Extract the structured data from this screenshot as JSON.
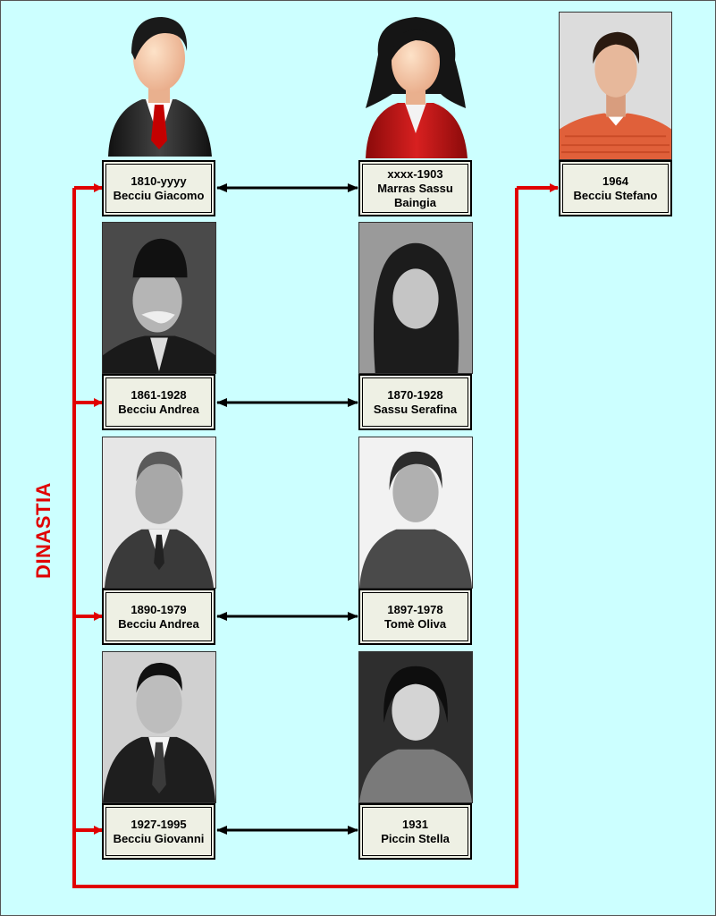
{
  "diagram": {
    "side_label": "DINASTIA",
    "colors": {
      "background": "#ccffff",
      "label_fill": "#eef0e4",
      "lineage_line": "#e00000",
      "spouse_arrow": "#000000"
    },
    "people": [
      {
        "years": "1810-yyyy",
        "name_lines": [
          "Becciu Giacomo"
        ],
        "portrait": "male-avatar-icon"
      },
      {
        "years": "xxxx-1903",
        "name_lines": [
          "Marras Sassu",
          "Baingia"
        ],
        "portrait": "female-avatar-icon"
      },
      {
        "years": "1964",
        "name_lines": [
          "Becciu Stefano"
        ],
        "portrait": "color-photo"
      },
      {
        "years": "1861-1928",
        "name_lines": [
          "Becciu Andrea"
        ],
        "portrait": "bw-photo"
      },
      {
        "years": "1870-1928",
        "name_lines": [
          "Sassu Serafina"
        ],
        "portrait": "bw-photo"
      },
      {
        "years": "1890-1979",
        "name_lines": [
          "Becciu Andrea"
        ],
        "portrait": "bw-photo"
      },
      {
        "years": "1897-1978",
        "name_lines": [
          "Tomè Oliva"
        ],
        "portrait": "bw-photo"
      },
      {
        "years": "1927-1995",
        "name_lines": [
          "Becciu Giovanni"
        ],
        "portrait": "bw-photo"
      },
      {
        "years": "1931",
        "name_lines": [
          "Piccin Stella"
        ],
        "portrait": "bw-photo"
      }
    ]
  }
}
